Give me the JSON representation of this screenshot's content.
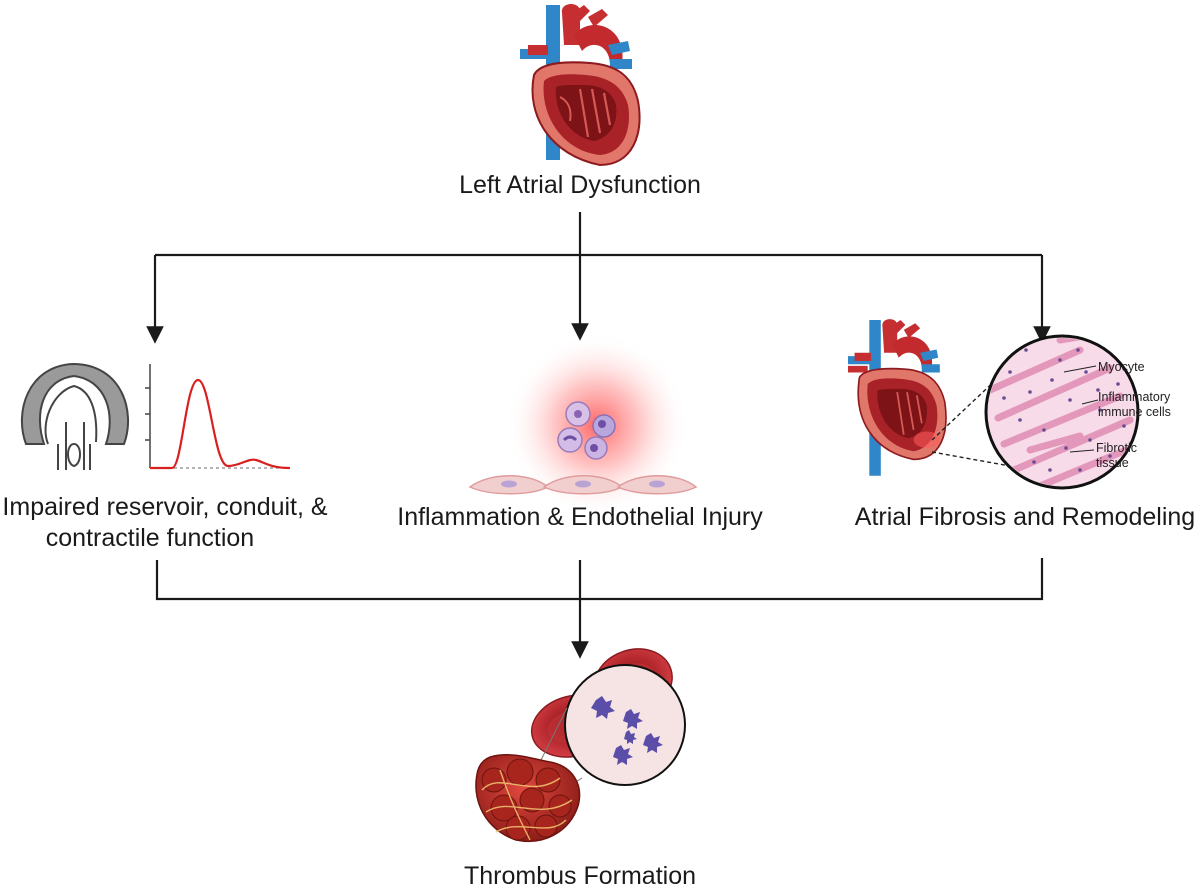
{
  "nodes": {
    "top": "Left Atrial Dysfunction",
    "left_line1": "Impaired reservoir, conduit, &",
    "left_line2": "contractile function",
    "center": "Inflammation & Endothelial Injury",
    "right": "Atrial Fibrosis and Remodeling",
    "bottom": "Thrombus Formation"
  },
  "histology_labels": {
    "myocyte": "Myocyte",
    "inflammatory_line1": "Inflammatory",
    "inflammatory_line2": "immune cells",
    "fibrotic_line1": "Fibrotic",
    "fibrotic_line2": "tissue"
  },
  "colors": {
    "arrow": "#1a1a1a",
    "heart_red": "#b8282e",
    "heart_dark": "#7e1419",
    "vessel_blue": "#2f86c8",
    "curve_red": "#d9201f",
    "rbc": "#b3262b",
    "tissue_pink": "#e8a4c3"
  }
}
